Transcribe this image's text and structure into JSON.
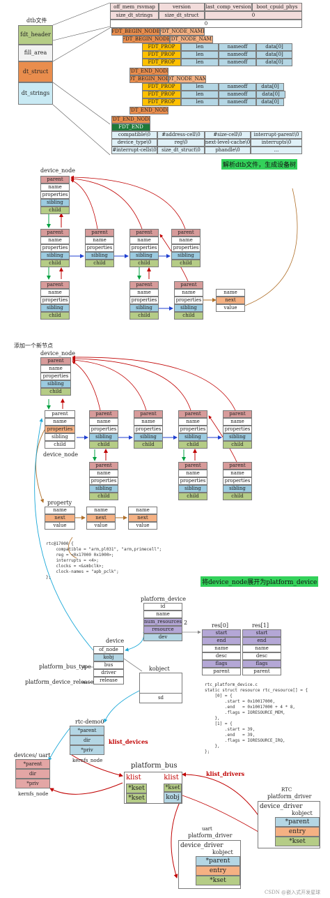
{
  "dtb": {
    "title": "dtb文件",
    "blocks": [
      "fdt_header",
      "fill_area",
      "dt_struct",
      "dt_strings"
    ],
    "header_row1": [
      "off_mem_rsvmap",
      "version",
      "last_comp_version",
      "boot_cpuid_phys"
    ],
    "header_row2": [
      "size_dt_strings",
      "size_dt_struct",
      "0"
    ],
    "header_row3": "0",
    "begin_node": "FDT_BEGIN_NODE",
    "node_name": "FDT_NODE_NAME",
    "prop": "FDT_PROP",
    "len": "len",
    "nameoff": "nameoff",
    "data": "data[0]",
    "end_node": "FDT_END_NODE",
    "end": "FDT_END",
    "strings": [
      [
        "compatible\\0",
        "#address-cell\\0",
        "#size-cell\\0",
        "interrupt-parent\\0"
      ],
      [
        "device_type\\0",
        "reg\\0",
        "next-level-cache\\0",
        "interrupts\\0"
      ],
      [
        "#interrupt-cells\\0",
        "size_dt_struct\\0",
        "phandle\\0",
        "..."
      ]
    ],
    "banner": "解析dtb文件，生成设备树"
  },
  "node_fields": [
    "parent",
    "name",
    "properties",
    "sibling",
    "child"
  ],
  "prop_fields": [
    "name",
    "next",
    "value"
  ],
  "device_node_label": "device_node",
  "add_node": {
    "title": "添加一个新节点",
    "device_node_label": "device_node",
    "device_node_label2": "device_node",
    "property_label": "property",
    "code": "rtc@17000 {\n    compatible = \"arm,pl031\", \"arm,primecell\";\n    reg = <0x17000 0x1000>;\n    interrupts = <4>;\n    clocks = <&smbclk>;\n    clock-names = \"apb_pclk\";\n};",
    "banner": "将device_node展开为platform_device"
  },
  "platform": {
    "platform_device_label": "platform_device",
    "platform_device_fields": [
      "id",
      "name",
      "num_resources",
      "resource",
      "dev"
    ],
    "num_resources_value": "2",
    "res0_label": "res[0]",
    "res1_label": "res[1]",
    "res_fields": [
      "start",
      "end",
      "name",
      "desc",
      "flags",
      "parent"
    ],
    "device_label": "device",
    "device_fields": [
      "of_node",
      "kobj",
      "bus",
      "driver",
      "release"
    ],
    "platform_bus_type": "platform_bus_type",
    "platform_device_release": "platform_device_release",
    "kobject_label": "kobject",
    "sd": "sd",
    "rtc_code": "rtc_platform_device.c\nstatic struct resource rtc_resource[] = {\n    [0] = {\n        .start = 0x10017000,\n        .end   = 0x10017000 + 4 * 8,\n        .flags = IORESOURCE_MEM,\n    },\n    [1] = {\n        .start = 39,\n        .end   = 39,\n        .flags = IORESOURCE_IRQ,\n    },\n};",
    "rtc_demo_label": "rtc-demo0",
    "kernfs_fields": [
      "*parent",
      "dir",
      "*priv"
    ],
    "kernfs_node": "kernfs_node",
    "uart_label": "devices/ uart",
    "kernfs_node2": "kernfs_node",
    "klist_devices": "klist_devices",
    "klist_drivers": "klist_drivers",
    "platform_bus_label": "platform_bus",
    "klist": "klist",
    "kset": "*kset",
    "kobj": "kobj",
    "rtc_driver_title1": "RTC",
    "rtc_driver_title2": "platform_driver",
    "device_driver": "device_driver",
    "kobject": "kobject",
    "driver_fields": [
      "*parent",
      "entry",
      "*kset"
    ],
    "uart_driver_title1": "uart",
    "uart_driver_title2": "platform_driver",
    "watermark": "CSDN @嵌入式开发星球"
  }
}
